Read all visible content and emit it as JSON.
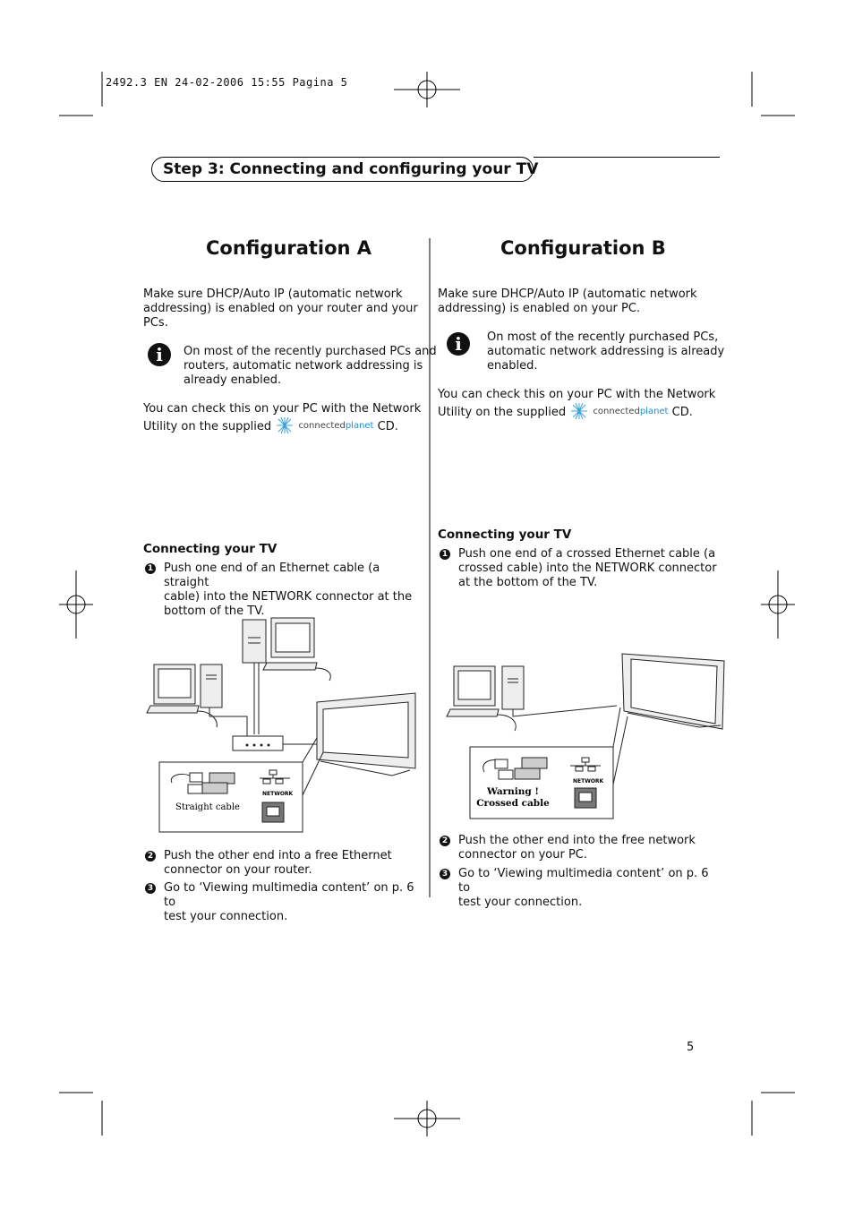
{
  "print_header": "2492.3 EN  24-02-2006  15:55  Pagina 5",
  "step_title": "Step 3: Connecting and configuring your TV",
  "brand": {
    "name_a": "connected",
    "name_b": "planet"
  },
  "config_a": {
    "title": "Configuration A",
    "p1": [
      "Make sure DHCP/Auto IP (automatic network",
      "addressing) is enabled on your router and your",
      "PCs."
    ],
    "note": [
      "On most of the recently purchased PCs and",
      "routers, automatic network addressing is",
      "already enabled."
    ],
    "check_1": "You can check this on your PC with the Network",
    "check_2a": "Utility on the supplied",
    "check_2b": "CD.",
    "connect_title": "Connecting your TV",
    "steps": [
      {
        "num": "1",
        "lines": [
          "Push one end of an Ethernet cable (a straight",
          "cable) into the NETWORK connector at the",
          "bottom of the TV."
        ]
      },
      {
        "num": "2",
        "lines": [
          "Push the other end into a free Ethernet",
          "connector on your router."
        ]
      },
      {
        "num": "3",
        "lines": [
          "Go to ‘Viewing multimedia content’ on p. 6 to",
          "test your connection."
        ]
      }
    ],
    "cable_label": "Straight cable",
    "network_label": "NETWORK"
  },
  "config_b": {
    "title": "Configuration B",
    "p1": [
      "Make sure DHCP/Auto IP (automatic network",
      "addressing) is enabled on your PC."
    ],
    "note": [
      "On most of the recently purchased PCs,",
      "automatic network addressing is already",
      "enabled."
    ],
    "check_1": "You can check this on your PC with the Network",
    "check_2a": "Utility on the supplied",
    "check_2b": "CD.",
    "connect_title": "Connecting your TV",
    "steps": [
      {
        "num": "1",
        "lines": [
          "Push one end of a crossed Ethernet cable (a",
          "crossed cable) into the NETWORK connector",
          "at the bottom of the TV."
        ]
      },
      {
        "num": "2",
        "lines": [
          "Push the other end into the free network",
          "connector on your PC."
        ]
      },
      {
        "num": "3",
        "lines": [
          "Go to ‘Viewing multimedia content’ on p. 6 to",
          "test your connection."
        ]
      }
    ],
    "warning_1": "Warning !",
    "warning_2": "Crossed cable",
    "network_label": "NETWORK"
  },
  "page_number": "5"
}
